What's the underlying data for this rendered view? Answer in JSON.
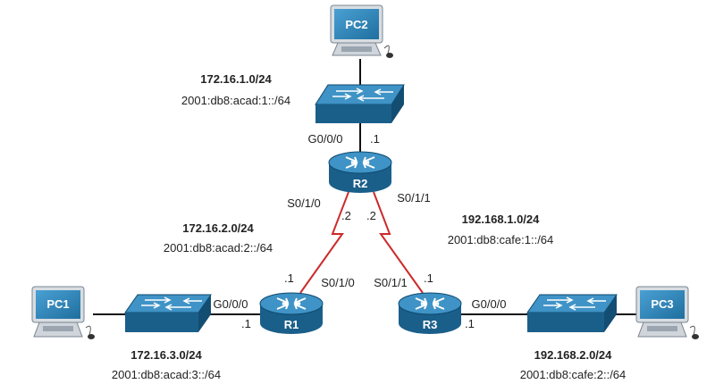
{
  "colors": {
    "device_blue": "#1f6f9e",
    "device_dark": "#0e4a6e",
    "serial_link": "#cc2a2a",
    "ethernet_link": "#111111"
  },
  "devices": {
    "pc1": {
      "label": "PC1",
      "icon": "pc-icon"
    },
    "pc2": {
      "label": "PC2",
      "icon": "pc-icon"
    },
    "pc3": {
      "label": "PC3",
      "icon": "pc-icon"
    },
    "r1": {
      "label": "R1",
      "icon": "router-icon"
    },
    "r2": {
      "label": "R2",
      "icon": "router-icon"
    },
    "r3": {
      "label": "R3",
      "icon": "router-icon"
    },
    "sw1": {
      "icon": "switch-icon"
    },
    "sw2": {
      "icon": "switch-icon"
    },
    "sw3": {
      "icon": "switch-icon"
    }
  },
  "networks": {
    "lan2": {
      "ipv4": "172.16.1.0/24",
      "ipv6": "2001:db8:acad:1::/64"
    },
    "r1r2": {
      "ipv4": "172.16.2.0/24",
      "ipv6": "2001:db8:acad:2::/64"
    },
    "r2r3": {
      "ipv4": "192.168.1.0/24",
      "ipv6": "2001:db8:cafe:1::/64"
    },
    "lan1": {
      "ipv4": "172.16.3.0/24",
      "ipv6": "2001:db8:acad:3::/64"
    },
    "lan3": {
      "ipv4": "192.168.2.0/24",
      "ipv6": "2001:db8:cafe:2::/64"
    }
  },
  "interfaces": {
    "r2_g000": {
      "name": "G0/0/0",
      "host": ".1"
    },
    "r2_s010": {
      "name": "S0/1/0",
      "host": ".2"
    },
    "r2_s011": {
      "name": "S0/1/1",
      "host": ".2"
    },
    "r1_g000": {
      "name": "G0/0/0",
      "host": ".1"
    },
    "r1_s010": {
      "name": "S0/1/0",
      "host": ".1"
    },
    "r3_s011": {
      "name": "S0/1/1",
      "host": ".1"
    },
    "r3_g000": {
      "name": "G0/0/0",
      "host": ".1"
    }
  }
}
